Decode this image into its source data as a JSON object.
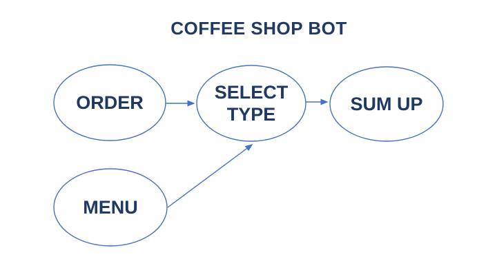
{
  "title": "COFFEE SHOP BOT",
  "colors": {
    "title_text": "#1F3864",
    "node_text": "#1F3864",
    "node_outline": "#4472C4",
    "connector": "#4472C4",
    "background": "#FFFFFF"
  },
  "diagram": {
    "nodes": [
      {
        "id": "order",
        "label": "ORDER",
        "lines": [
          "ORDER"
        ]
      },
      {
        "id": "select-type",
        "label": "SELECT TYPE",
        "lines": [
          "SELECT",
          "TYPE"
        ]
      },
      {
        "id": "sum-up",
        "label": "SUM UP",
        "lines": [
          "SUM UP"
        ]
      },
      {
        "id": "menu",
        "label": "MENU",
        "lines": [
          "MENU"
        ]
      }
    ],
    "connectors": [
      {
        "from": "ORDER",
        "to": "SELECT TYPE",
        "style": "arrow"
      },
      {
        "from": "SELECT TYPE",
        "to": "SUM UP",
        "style": "arrow"
      },
      {
        "from": "MENU",
        "to": "SELECT TYPE",
        "style": "arrow"
      }
    ]
  }
}
